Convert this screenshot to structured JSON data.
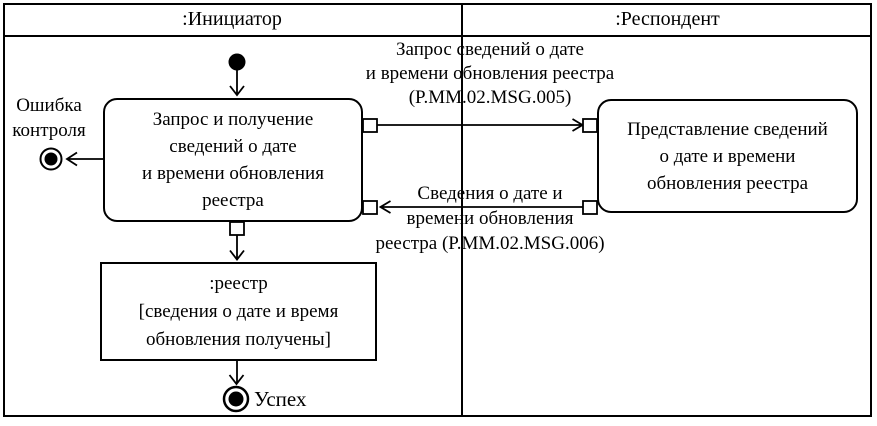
{
  "diagram_type": "uml-activity-swimlane",
  "colors": {
    "line": "#000000",
    "background": "#ffffff"
  },
  "lanes": [
    {
      "label": ":Инициатор"
    },
    {
      "label": ":Респондент"
    }
  ],
  "nodes": {
    "request_action": {
      "lines": [
        "Запрос и получение",
        "сведений о дате",
        "и времени обновления",
        "реестра"
      ]
    },
    "respond_action": {
      "lines": [
        "Представление сведений",
        "о дате и времени",
        "обновления реестра"
      ]
    },
    "object_state": {
      "lines": [
        ":реестр",
        "[сведения о дате и время",
        "обновления получены]"
      ]
    },
    "error_exit": {
      "lines": [
        "Ошибка",
        "контроля"
      ]
    },
    "success_exit": {
      "label": "Успех"
    }
  },
  "messages": {
    "request": {
      "lines": [
        "Запрос сведений о дате",
        "и времени обновления реестра",
        "(P.MM.02.MSG.005)"
      ]
    },
    "response": {
      "lines": [
        "Сведения о дате и",
        "времени обновления",
        "реестра (P.MM.02.MSG.006)"
      ]
    }
  }
}
